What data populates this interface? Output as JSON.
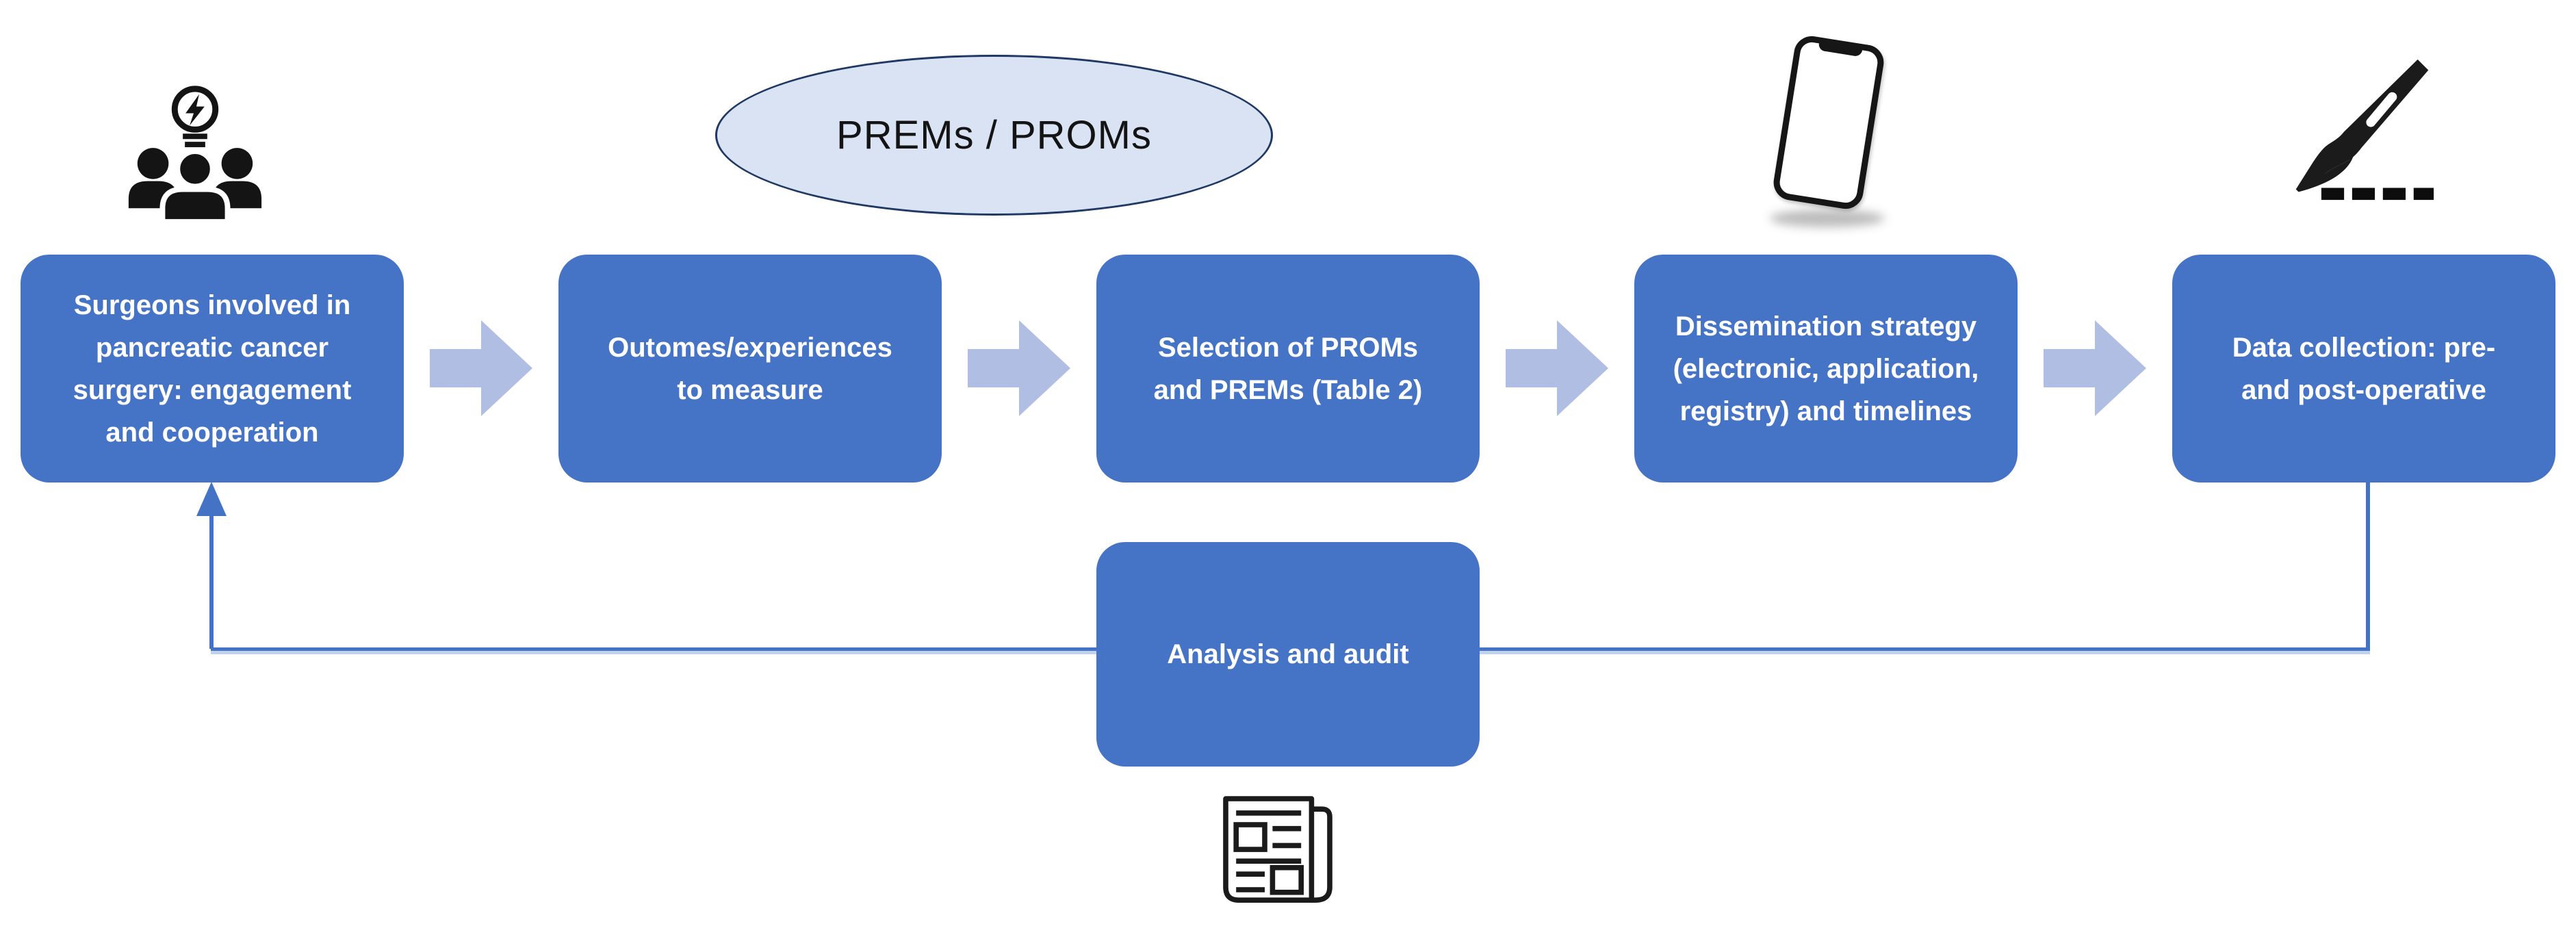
{
  "flow": {
    "ellipse": {
      "label": "PREMs / PROMs"
    },
    "steps": [
      {
        "label": "Surgeons involved in\npancreatic cancer\nsurgery: engagement\nand cooperation"
      },
      {
        "label": "Outomes/experiences\nto measure"
      },
      {
        "label": "Selection of PROMs\nand PREMs (Table 2)"
      },
      {
        "label": "Dissemination strategy\n(electronic, application,\nregistry) and timelines"
      },
      {
        "label": "Data collection: pre-\nand post-operative"
      }
    ],
    "feedback": {
      "label": "Analysis and audit"
    },
    "icons": {
      "step1": "team-idea-icon",
      "step4": "smartphone-icon",
      "step5": "scalpel-icon",
      "feedback": "newspaper-icon",
      "between_steps": "block-arrow-right-icon",
      "loop": "feedback-arrow-up-icon"
    },
    "colors": {
      "box_fill": "#4573C6",
      "box_text": "#FFFFFF",
      "arrow_fill": "#AFBEE2",
      "ellipse_fill": "#DAE3F3",
      "ellipse_border": "#1F3864",
      "connector_line": "#4472C4",
      "icon_ink": "#141414"
    }
  }
}
